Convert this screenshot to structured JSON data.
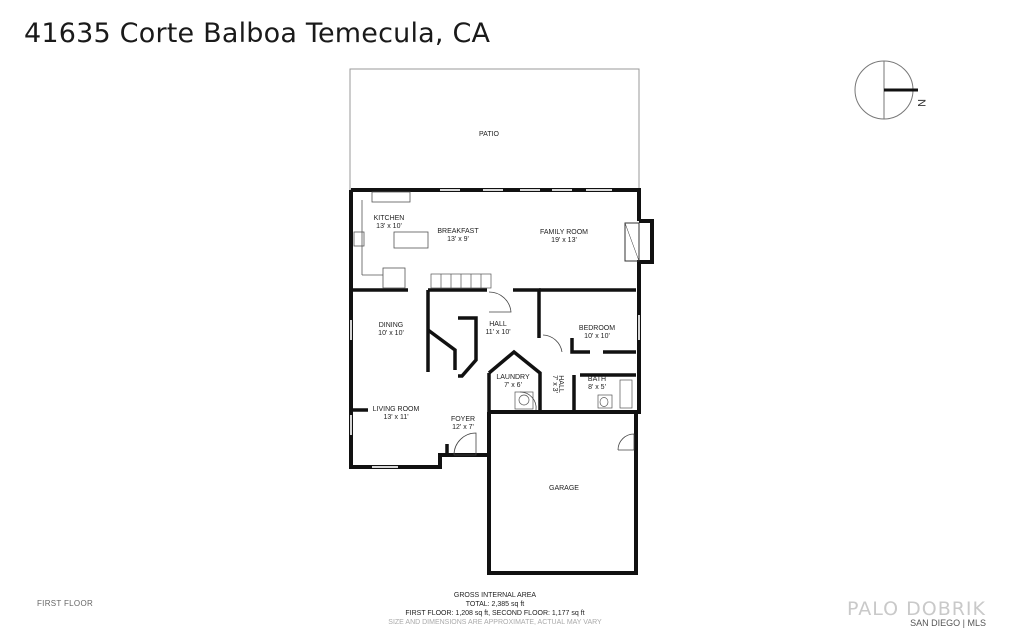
{
  "title": "41635 Corte Balboa Temecula, CA",
  "compass": {
    "label": "N"
  },
  "rooms": {
    "patio": {
      "name": "PATIO"
    },
    "kitchen": {
      "name": "KITCHEN",
      "dims": "13' x 10'"
    },
    "breakfast": {
      "name": "BREAKFAST",
      "dims": "13' x 9'"
    },
    "family": {
      "name": "FAMILY ROOM",
      "dims": "19' x 13'"
    },
    "dining": {
      "name": "DINING",
      "dims": "10' x 10'"
    },
    "hall": {
      "name": "HALL",
      "dims": "11' x 10'"
    },
    "bedroom": {
      "name": "BEDROOM",
      "dims": "10' x 10'"
    },
    "laundry": {
      "name": "LAUNDRY",
      "dims": "7' x 6'"
    },
    "hall2": {
      "name": "HALL",
      "dims": "7' x 3'"
    },
    "bath": {
      "name": "BATH",
      "dims": "8' x 5'"
    },
    "living": {
      "name": "LIVING ROOM",
      "dims": "13' x 11'"
    },
    "foyer": {
      "name": "FOYER",
      "dims": "12' x 7'"
    },
    "garage": {
      "name": "GARAGE"
    }
  },
  "floor_label": "FIRST FLOOR",
  "area": {
    "heading": "GROSS INTERNAL AREA",
    "total": "TOTAL: 2,385 sq ft",
    "floors": "FIRST FLOOR: 1,208 sq ft, SECOND FLOOR: 1,177 sq ft",
    "disclaimer": "SIZE AND DIMENSIONS ARE APPROXIMATE, ACTUAL MAY VARY"
  },
  "brand": {
    "logo": "PALO DOBRIK",
    "sub": "SAN DIEGO | MLS"
  },
  "colors": {
    "wall": "#111111",
    "background": "#ffffff"
  }
}
